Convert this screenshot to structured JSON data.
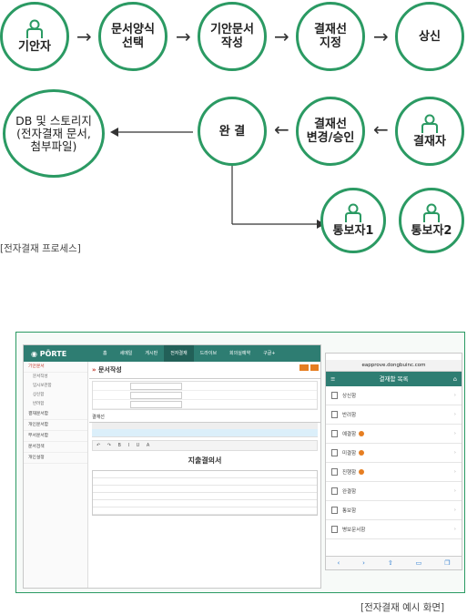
{
  "process": {
    "drafter": "기안자",
    "select_form": "문서양식\n선택",
    "write_doc": "기안문서\n작성",
    "set_line": "결재선\n지정",
    "submit": "상신",
    "storage": "DB 및 스토리지\n(전자결재 문서,\n첨부파일)",
    "complete": "완 결",
    "change_line": "결재선\n변경/승인",
    "approver": "결재자",
    "notify1": "통보자1",
    "notify2": "통보자2",
    "process_caption": "[전자결재 프로세스]"
  },
  "example": {
    "caption": "[전자결재 예시 화면]",
    "desktop": {
      "logo": "◉ PÖRTE",
      "nav": [
        "홈",
        "세메일",
        "게시판",
        "전자결재",
        "드라이브",
        "회의실예약",
        "구글+"
      ],
      "sidebar": [
        "기안문서",
        "문서작성",
        "임시보관함",
        "상신함",
        "반려함",
        "결재문서함",
        "개인문서함",
        "부서문서함",
        "문서검색",
        "개인설정"
      ],
      "page_title": "문서작성",
      "section_line": "결재선",
      "doc_title": "지출결의서"
    },
    "mobile": {
      "url": "eapprove.dongbuinc.com",
      "header": "결재함 목록",
      "items": [
        "상신함",
        "반려함",
        "예결함",
        "미결함",
        "진행함",
        "완결함",
        "통보함",
        "병보문서함"
      ]
    }
  },
  "colors": {
    "accent": "#2b9a63",
    "brand": "#2e7d72"
  }
}
